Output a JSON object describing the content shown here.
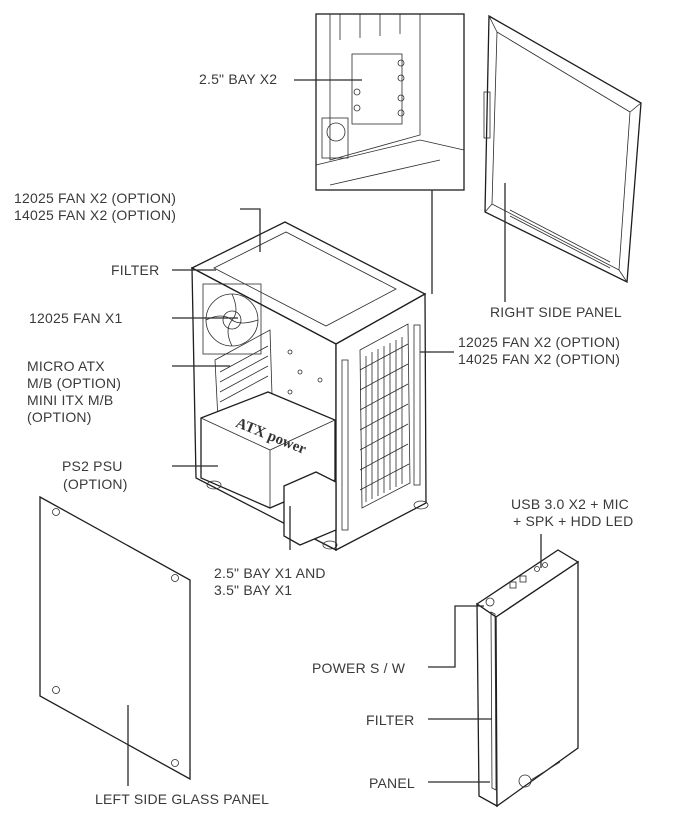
{
  "labels": {
    "bay_25_x2": "2.5\" BAY X2",
    "top_fan_line1": "12025 FAN X2 (OPTION)",
    "top_fan_line2": "14025 FAN X2 (OPTION)",
    "filter_top": "FILTER",
    "rear_fan": "12025 FAN X1",
    "mb_line1": "MICRO ATX",
    "mb_line2": "M/B (OPTION)",
    "mb_line3": "MINI ITX M/B",
    "mb_line4": "(OPTION)",
    "psu_line1": "PS2 PSU",
    "psu_line2": "(OPTION)",
    "right_side_panel": "RIGHT SIDE PANEL",
    "front_fan_line1": "12025 FAN X2 (OPTION)",
    "front_fan_line2": "14025 FAN X2 (OPTION)",
    "bay_bottom_line1": "2.5\" BAY X1 AND",
    "bay_bottom_line2": "3.5\" BAY X1",
    "io_line1": "USB 3.0 X2 + MIC",
    "io_line2": "+ SPK + HDD LED",
    "power_sw": "POWER S / W",
    "filter_front": "FILTER",
    "panel": "PANEL",
    "left_glass": "LEFT SIDE GLASS PANEL",
    "psu_brand": "ATX power"
  }
}
